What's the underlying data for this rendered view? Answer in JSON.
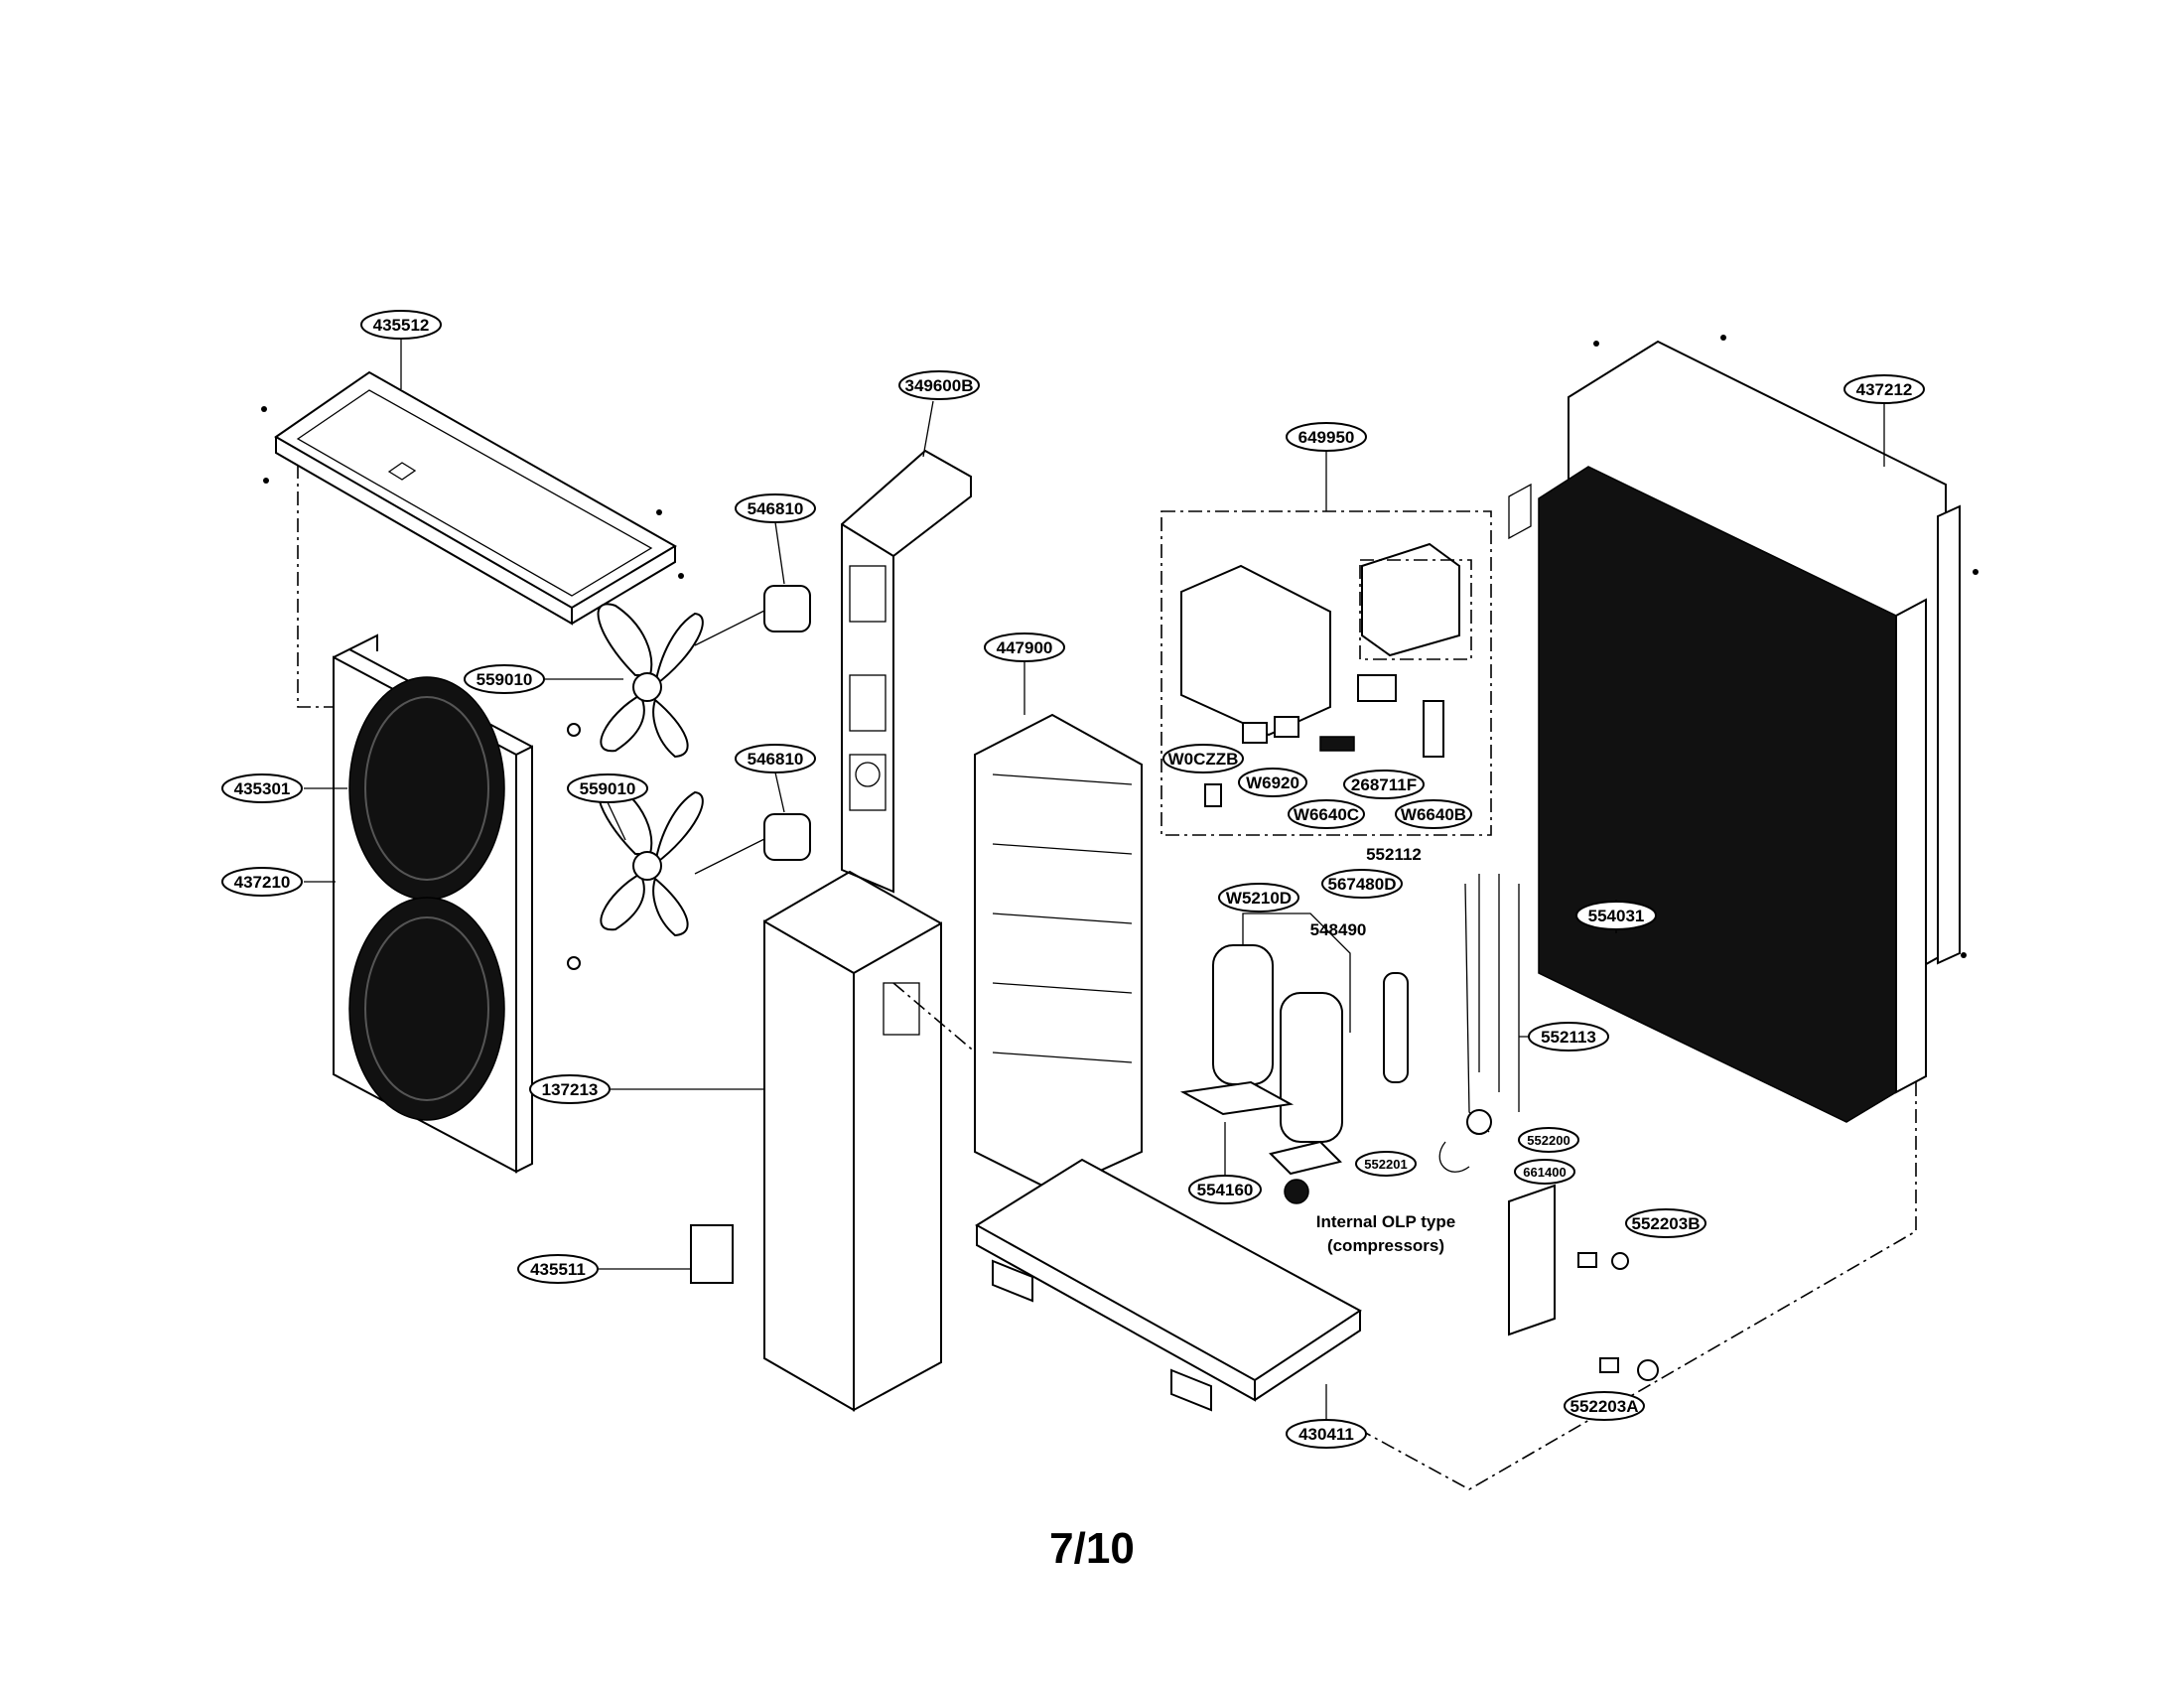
{
  "page": {
    "number": "7/10"
  },
  "callouts": {
    "c435512": "435512",
    "c349600B": "349600B",
    "c546810a": "546810",
    "c546810b": "546810",
    "c559010a": "559010",
    "c559010b": "559010",
    "c435301": "435301",
    "c437210": "437210",
    "c447900": "447900",
    "c137213": "137213",
    "c435511": "435511",
    "c649950": "649950",
    "cW0CZZB": "W0CZZB",
    "cW6920": "W6920",
    "c268711F": "268711F",
    "cW6640C": "W6640C",
    "cW6640B": "W6640B",
    "c437212": "437212",
    "c554031": "554031",
    "c552112": "552112",
    "c567480D": "567480D",
    "cW5210D": "W5210D",
    "c548490": "548490",
    "c552113": "552113",
    "c552200": "552200",
    "c552201": "552201",
    "c661400": "661400",
    "c554160": "554160",
    "c552203B": "552203B",
    "c552203A": "552203A",
    "c430411": "430411"
  },
  "notes": {
    "olp_line1": "Internal OLP type",
    "olp_line2": "(compressors)"
  }
}
